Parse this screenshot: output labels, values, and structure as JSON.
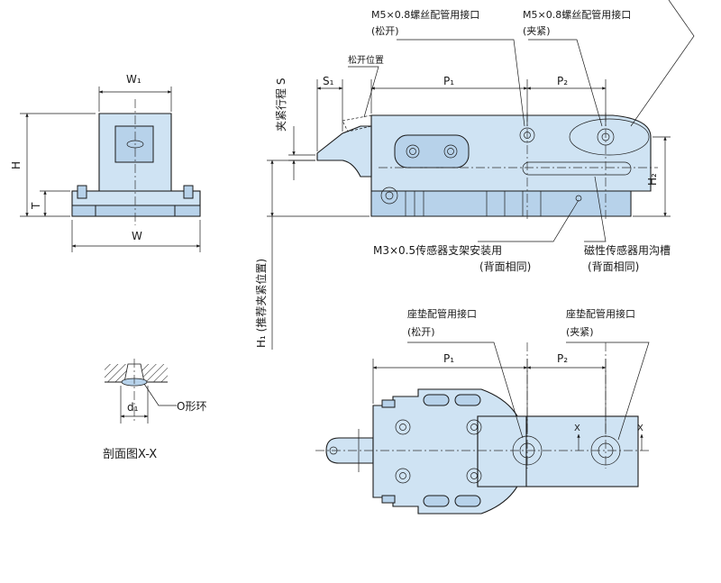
{
  "front_view": {
    "w1_label": "W₁",
    "w_label": "W",
    "h_label": "H",
    "t_label": "T"
  },
  "side_view": {
    "port_open_label": "M5×0.8螺丝配管用接口",
    "port_open_sub": "(松开)",
    "port_clamp_label": "M5×0.8螺丝配管用接口",
    "port_clamp_sub": "(夹紧)",
    "release_position_label": "松开位置",
    "s1_label": "S₁",
    "p1_label": "P₁",
    "p2_label": "P₂",
    "h2_label": "H₂",
    "stroke_label": "夹紧行程 S",
    "h1_label": "H₁ (推荐夹紧位置)",
    "sensor_bracket_label": "M3×0.5传感器支架安装用",
    "sensor_bracket_sub": "(背面相同)",
    "magnetic_groove_label": "磁性传感器用沟槽",
    "magnetic_groove_sub": "(背面相同)"
  },
  "section_view": {
    "o_ring_label": "O形环",
    "d1_label": "d₁",
    "title": "剖面图X-X"
  },
  "top_view": {
    "pad_open_label": "座垫配管用接口",
    "pad_open_sub": "(松开)",
    "pad_clamp_label": "座垫配管用接口",
    "pad_clamp_sub": "(夹紧)",
    "p1_label": "P₁",
    "p2_label": "P₂",
    "x_mark_1": "X",
    "x_mark_2": "X"
  }
}
